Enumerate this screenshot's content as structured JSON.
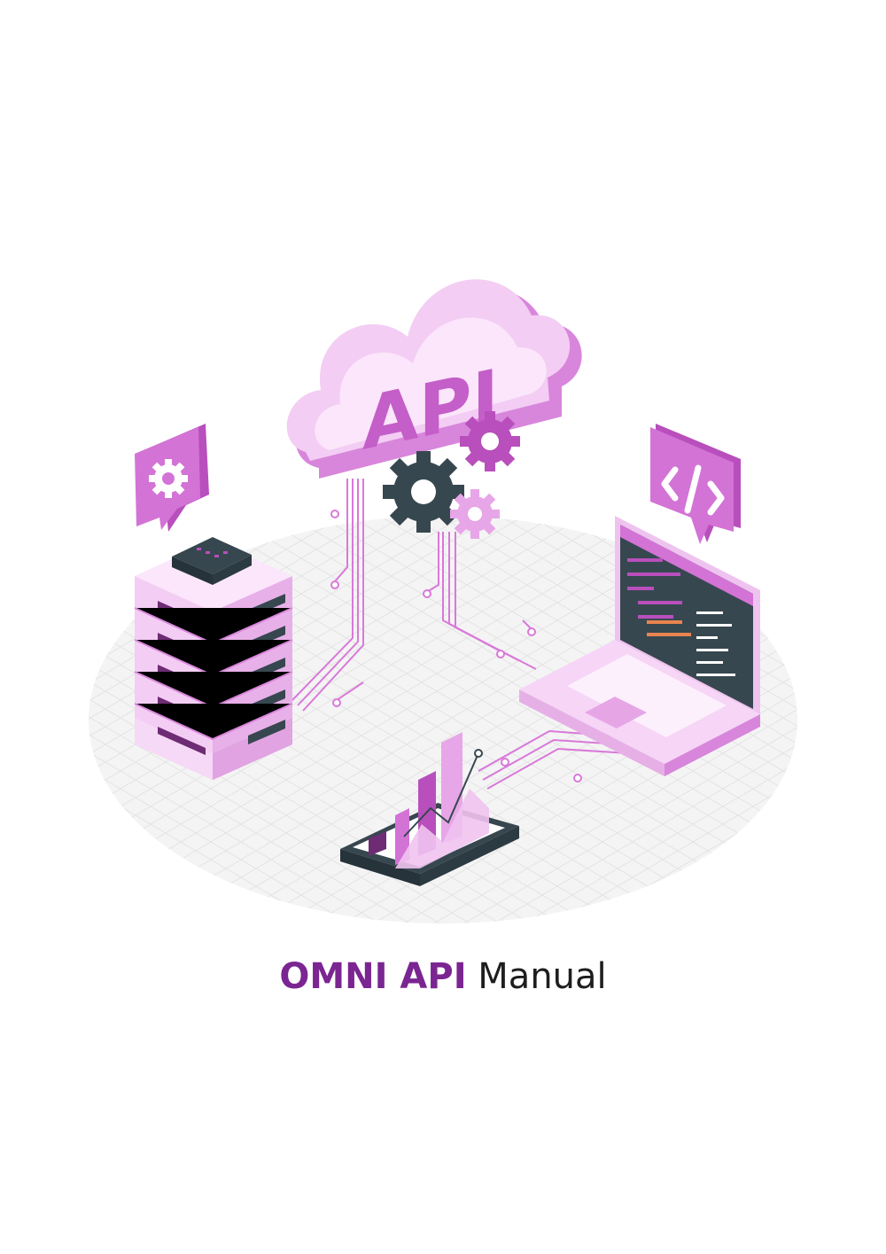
{
  "illustration": {
    "cloud_label": "API",
    "icons": [
      "cloud-icon",
      "gear-icon",
      "code-icon",
      "server-rack-icon",
      "laptop-icon",
      "tablet-chart-icon"
    ]
  },
  "title": {
    "brand": "OMNI API",
    "rest": "Manual"
  },
  "colors": {
    "brand": "#7a2591",
    "accent": "#cc6fd4",
    "light": "#f0c3f0",
    "dark": "#37474f"
  }
}
